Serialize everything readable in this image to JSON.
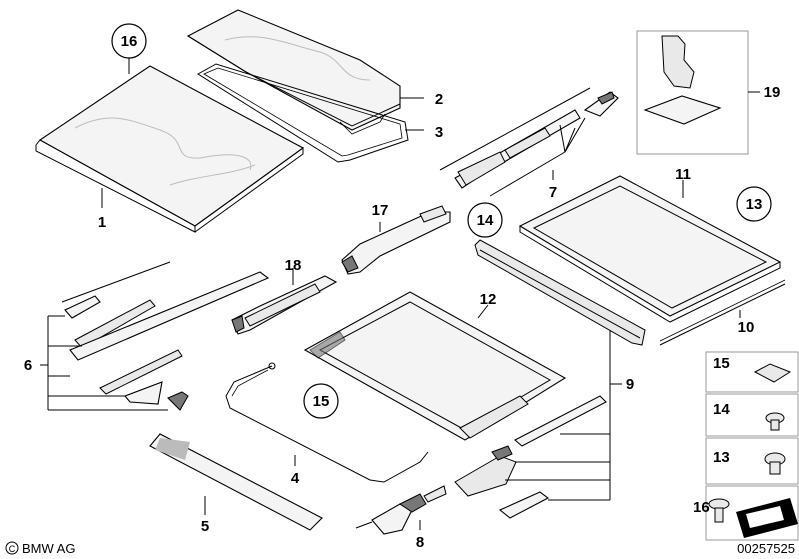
{
  "callouts": {
    "n1": "1",
    "n2": "2",
    "n3": "3",
    "n4": "4",
    "n5": "5",
    "n6": "6",
    "n7": "7",
    "n8": "8",
    "n9": "9",
    "n10": "10",
    "n11": "11",
    "n12": "12",
    "n17": "17",
    "n18": "18",
    "n19": "19"
  },
  "circled": {
    "c16": "16",
    "c14": "14",
    "c13": "13",
    "c15": "15"
  },
  "legend": {
    "l15": "15",
    "l14": "14",
    "l13": "13",
    "l16": "16"
  },
  "footer": {
    "brand": "BMW AG",
    "image_number": "00257525"
  }
}
